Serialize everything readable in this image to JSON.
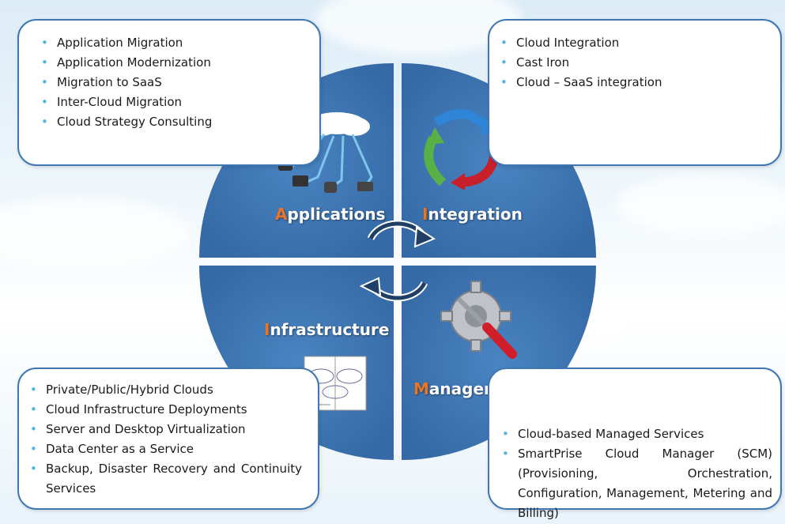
{
  "quadrants": {
    "applications": {
      "initial": "A",
      "rest": "pplications"
    },
    "integration": {
      "initial": "I",
      "rest": "ntegration"
    },
    "infrastructure": {
      "initial": "I",
      "rest": "nfrastructure"
    },
    "management": {
      "initial": "M",
      "rest": "anagement"
    }
  },
  "boxes": {
    "applications": [
      "Application Migration",
      "Application Modernization",
      "Migration to SaaS",
      "Inter-Cloud Migration",
      "Cloud Strategy Consulting"
    ],
    "integration": [
      "Cloud Integration",
      "Cast Iron",
      "Cloud – SaaS integration"
    ],
    "infrastructure": [
      "Private/Public/Hybrid Clouds",
      "Cloud Infrastructure Deployments",
      "Server and Desktop Virtualization",
      "Data Center as a Service",
      "Backup, Disaster Recovery and Continuity Services"
    ],
    "management": [
      "Cloud-based Managed Services",
      "SmartPrise Cloud Manager (SCM) (Provisioning, Orchestration, Configuration, Management, Metering and Billing)"
    ]
  },
  "colors": {
    "quadrant_fill": "#3e77b6",
    "box_border": "#3f77b4",
    "bullet": "#4fb5e3",
    "initial_letter": "#e87424"
  },
  "icons": {
    "applications": "cloud-network-devices-icon",
    "integration": "cycle-arrows-icon",
    "infrastructure": "hybrid-cloud-diagram-icon",
    "management": "gear-screwdriver-icon",
    "center": "rotation-arrows-icon"
  }
}
